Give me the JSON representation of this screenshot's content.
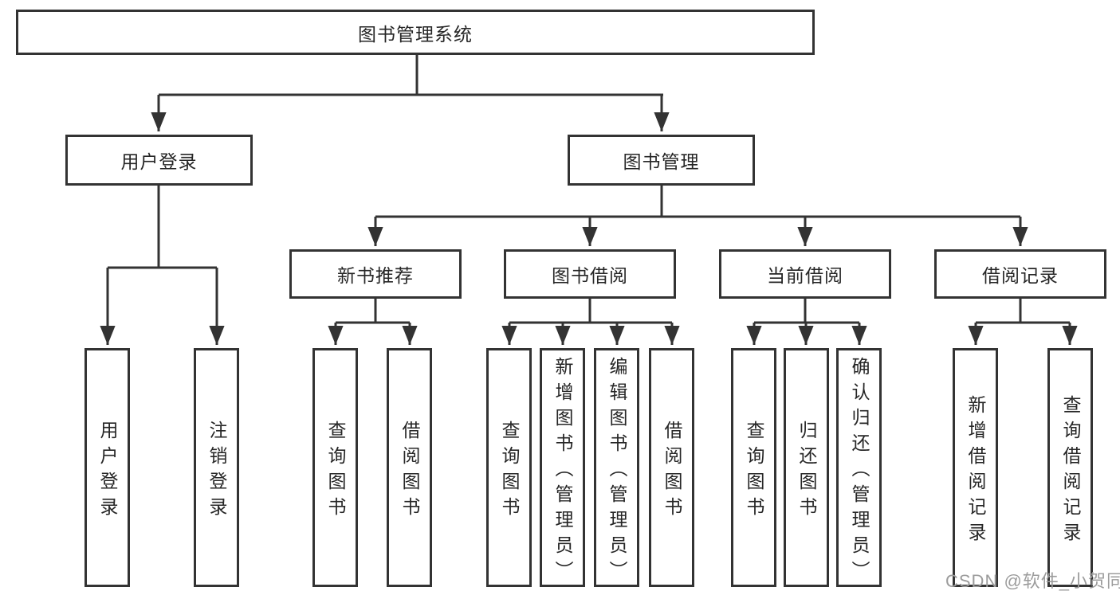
{
  "colors": {
    "box_border": "#333333",
    "line": "#333333",
    "text": "#262626",
    "background": "#ffffff",
    "watermark": "#9c9c9c"
  },
  "diagram": {
    "root": {
      "label": "图书管理系统"
    },
    "level2": [
      {
        "label": "用户登录"
      },
      {
        "label": "图书管理"
      }
    ],
    "level3": [
      {
        "label": "新书推荐"
      },
      {
        "label": "图书借阅"
      },
      {
        "label": "当前借阅"
      },
      {
        "label": "借阅记录"
      }
    ],
    "leaves": {
      "user_login": [
        "用户登录",
        "注销登录"
      ],
      "new_book_recommend": [
        "查询图书",
        "借阅图书"
      ],
      "book_borrow": [
        "查询图书",
        "新增图书（管理员）",
        "编辑图书（管理员）",
        "借阅图书"
      ],
      "current_borrow": [
        "查询图书",
        "归还图书",
        "确认归还（管理员）"
      ],
      "borrow_records": [
        "新增借阅记录",
        "查询借阅记录"
      ]
    }
  },
  "watermark": {
    "text": "CSDN @软件_小贺同学"
  }
}
